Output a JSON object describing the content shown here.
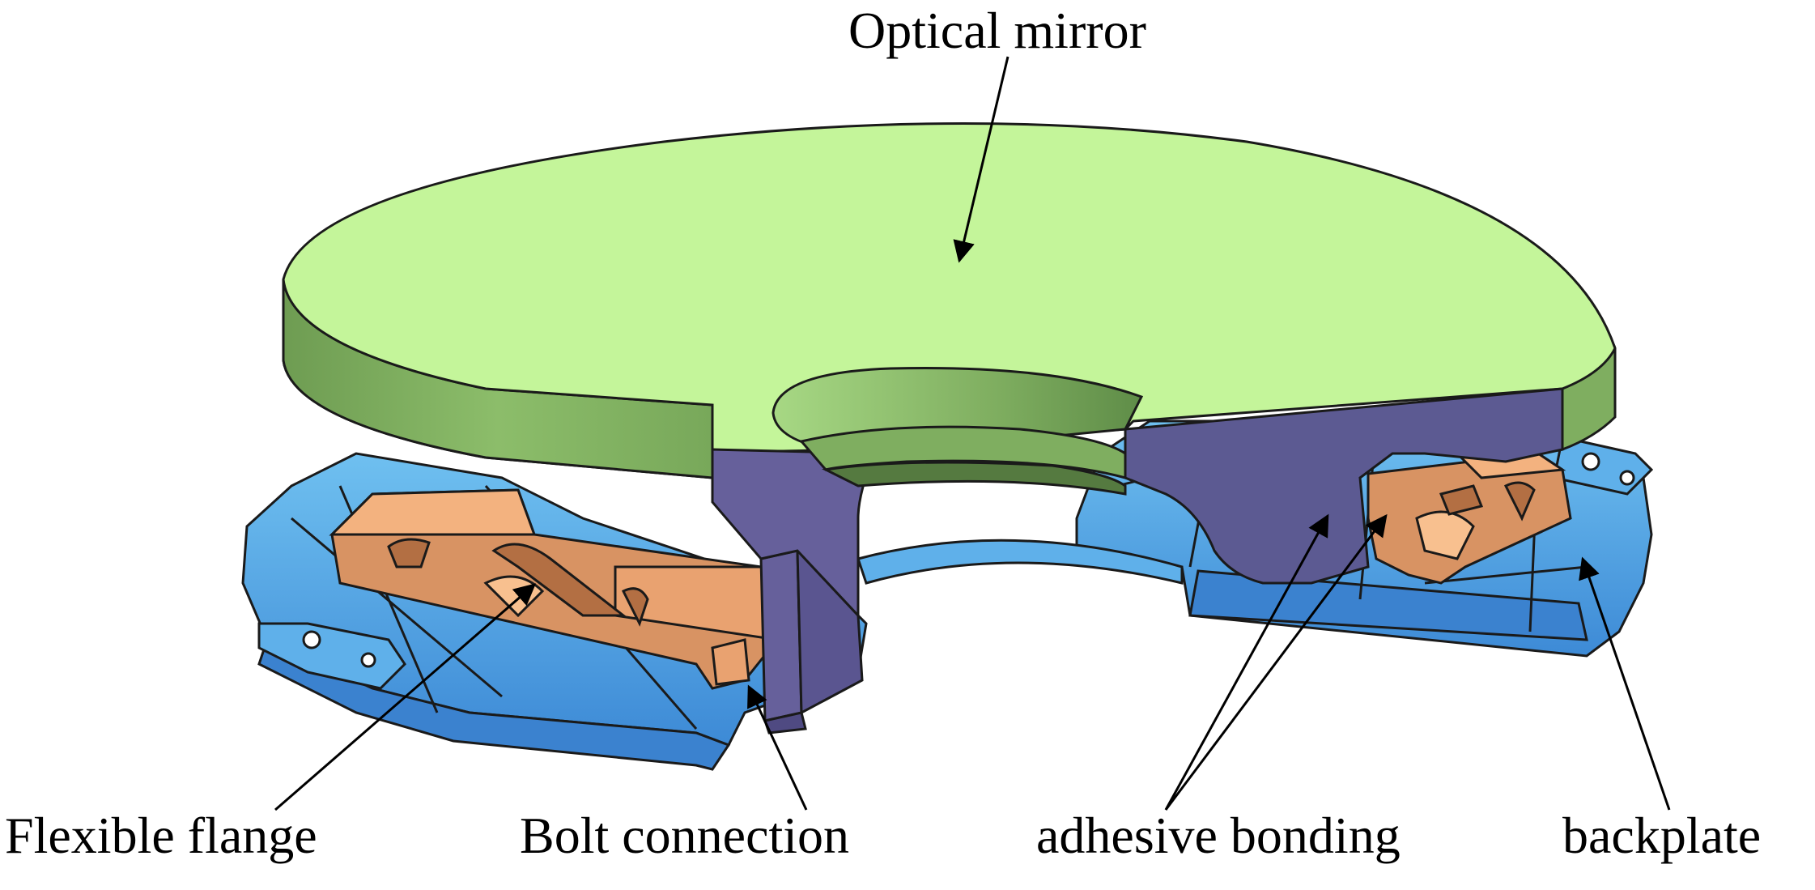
{
  "labels": {
    "optical_mirror": "Optical mirror",
    "flexible_flange": "Flexible flange",
    "bolt_connection": "Bolt connection",
    "adhesive_bonding": "adhesive bonding",
    "backplate": "backplate"
  },
  "colors": {
    "mirror_top": "#c4f59a",
    "mirror_side": "#7fae60",
    "mirror_cut": "#66609b",
    "flange": "#d89363",
    "flange_light": "#f3b27f",
    "backplate": "#4a9be0",
    "backplate_light": "#6fc0f0",
    "outline": "#1a1a1a"
  }
}
